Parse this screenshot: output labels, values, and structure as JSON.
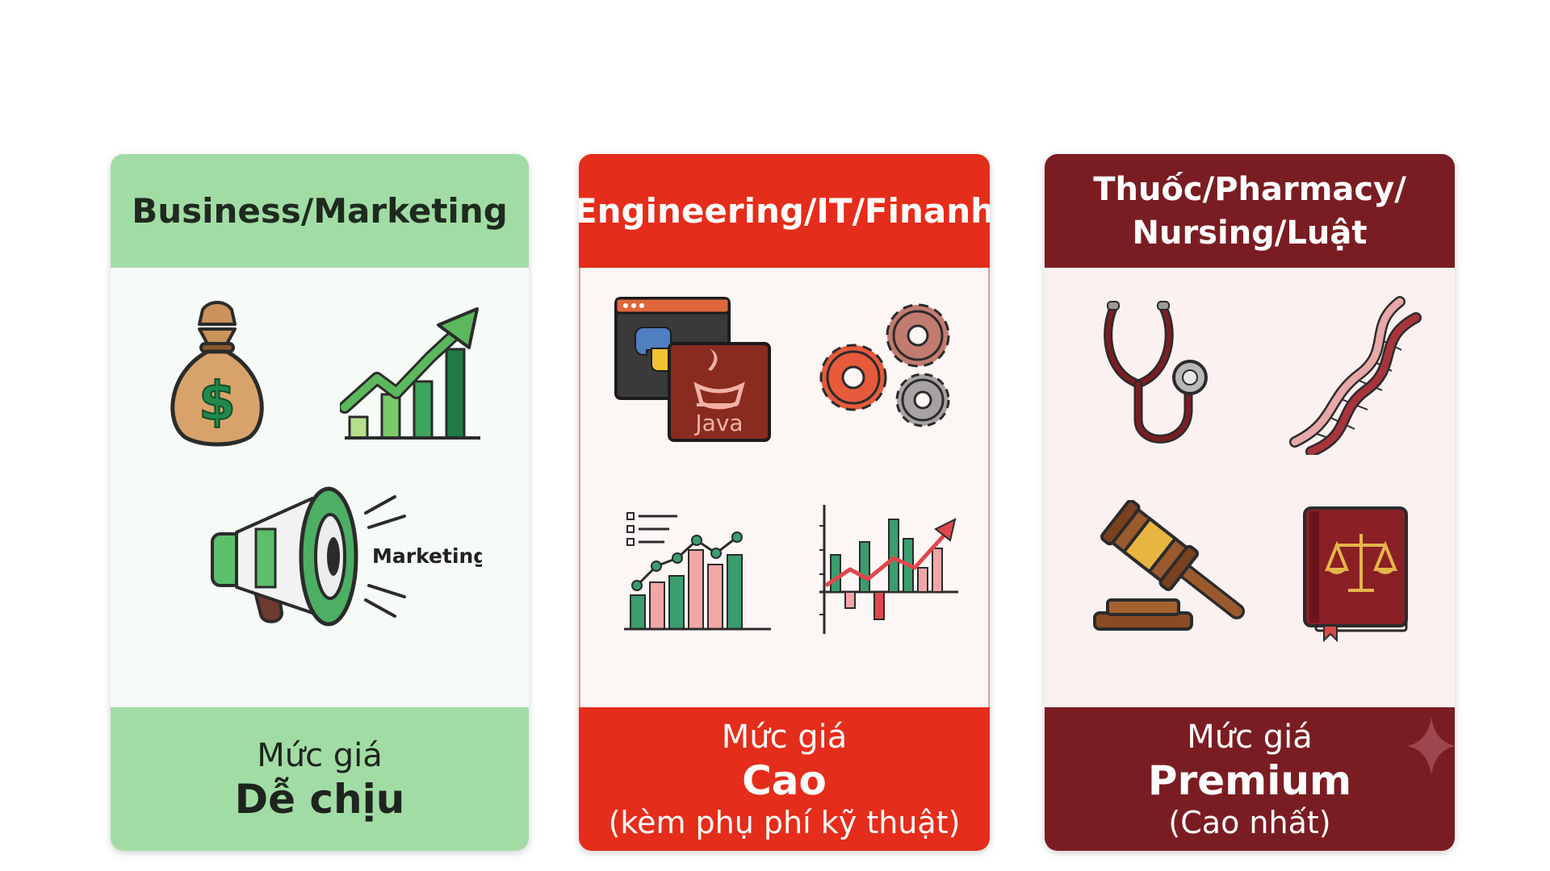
{
  "cards": [
    {
      "title": "Business/Marketing",
      "price_prefix": "Mức giá",
      "price_level": "Dễ chịu",
      "price_note": "",
      "icons": [
        "money-bag-icon",
        "growth-chart-icon",
        "megaphone-icon"
      ],
      "megaphone_text": "Marketing",
      "colors": {
        "header": "#a2dca5",
        "footer": "#a2dca5"
      }
    },
    {
      "title": "Engineering/IT/Finanh",
      "price_prefix": "Mức giá",
      "price_level": "Cao",
      "price_note": "(kèm phụ phí kỹ thuật)",
      "icons": [
        "python-java-code-icon",
        "gears-icon",
        "data-analytics-icon",
        "finance-chart-icon"
      ],
      "java_text": "Java",
      "colors": {
        "header": "#e42d1a",
        "footer": "#e42d1a"
      }
    },
    {
      "title": "Thuốc/Pharmacy/ Nursing/Luật",
      "title_line1": "Thuốc/Pharmacy/",
      "title_line2": "Nursing/Luật",
      "price_prefix": "Mức giá",
      "price_level": "Premium",
      "price_note": "(Cao nhất)",
      "icons": [
        "stethoscope-icon",
        "dna-icon",
        "gavel-icon",
        "law-book-icon"
      ],
      "colors": {
        "header": "#7a1d22",
        "footer": "#7a1d22"
      }
    }
  ]
}
